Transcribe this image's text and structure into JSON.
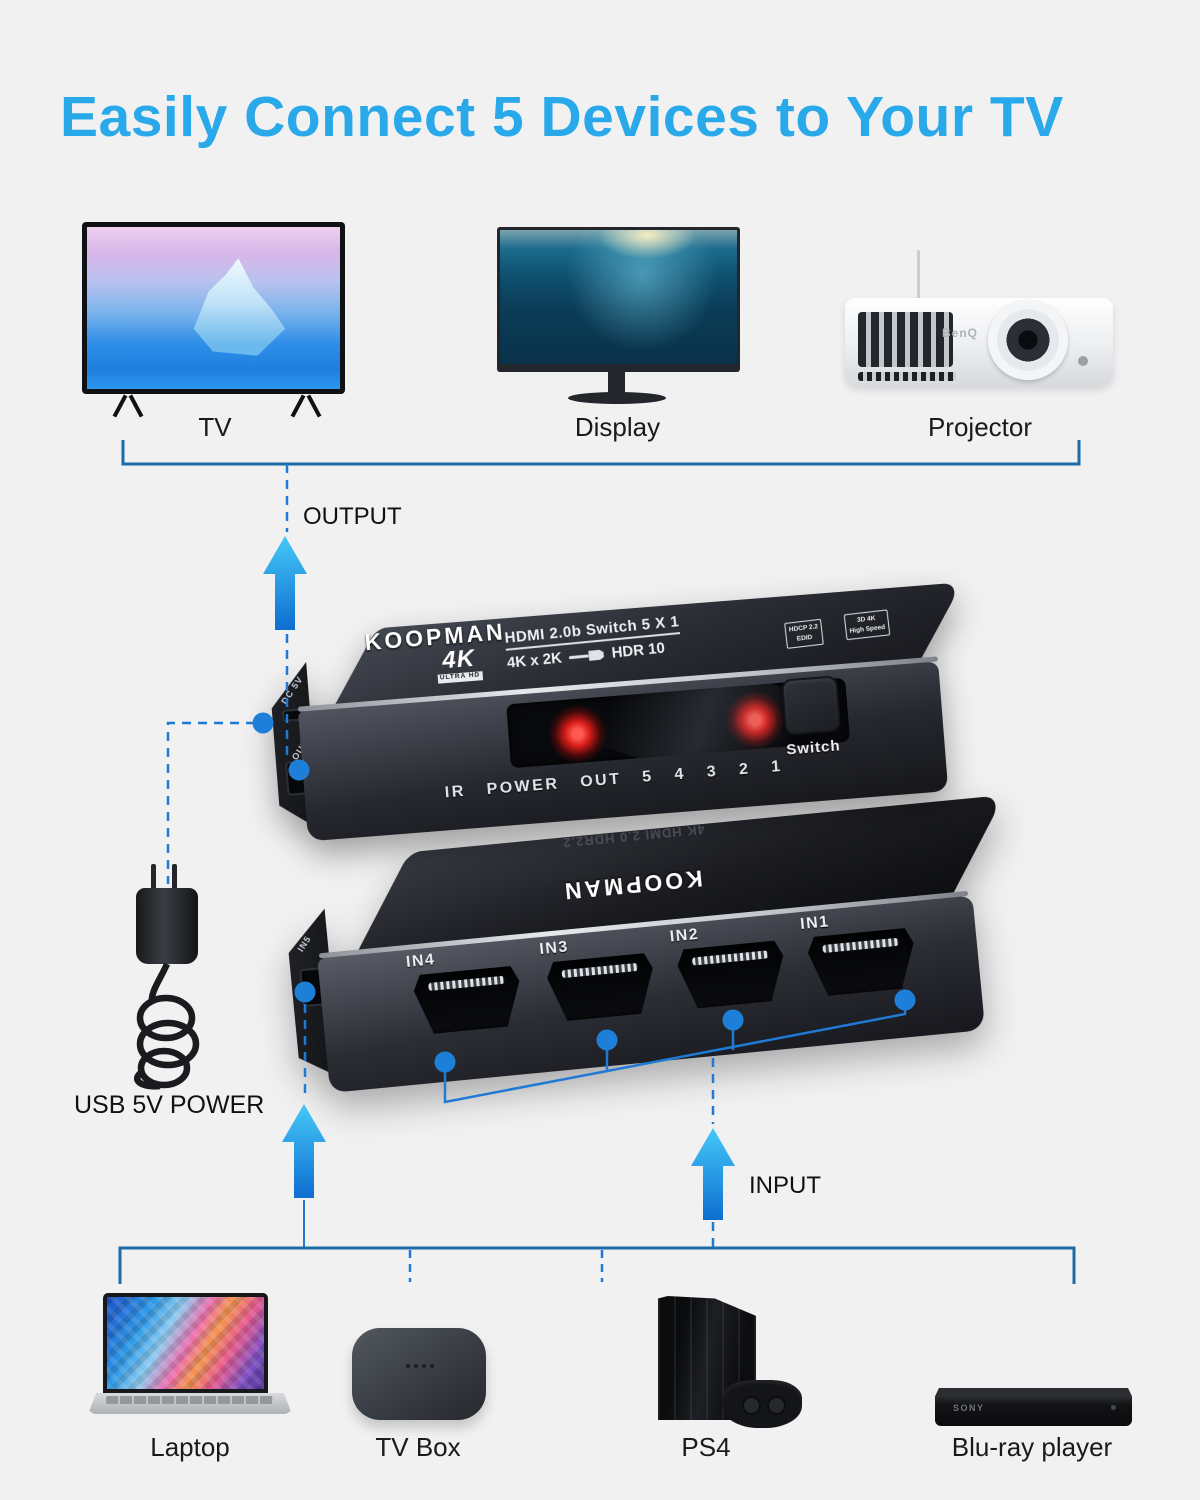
{
  "title": "Easily Connect 5 Devices to Your TV",
  "accent_colors": {
    "title": "#29a9e9",
    "bracket_line": "#1b6ca8",
    "dashed_line": "#1e7ad4",
    "arrow_top": "#45c8f8",
    "arrow_bottom": "#0d6ed0",
    "led_red": "#ff2a1e",
    "dot_blue": "#1e7fd8"
  },
  "output_section": {
    "label": "OUTPUT",
    "devices": [
      {
        "label": "TV"
      },
      {
        "label": "Display"
      },
      {
        "label": "Projector"
      }
    ]
  },
  "input_section": {
    "label": "INPUT",
    "devices": [
      {
        "label": "Laptop"
      },
      {
        "label": "TV Box"
      },
      {
        "label": "PS4"
      },
      {
        "label": "Blu-ray player"
      }
    ]
  },
  "power": {
    "label": "USB 5V POWER"
  },
  "switch_front_view": {
    "brand": "KOOPMAN",
    "badge": "4K",
    "badge_sub": "ULTRA HD",
    "spec_line1": "HDMI 2.0b Switch 5 X 1",
    "spec_left": "4K x 2K",
    "spec_right": "HDR 10",
    "tag1_line1": "HDCP 2.2",
    "tag1_line2": "EDID",
    "tag2_line1": "3D 4K",
    "tag2_line2": "High Speed",
    "panel_text": "IR POWER OUT 5 4 3 2 1",
    "button": "Switch",
    "port_dc": "DC 5V",
    "port_out": "OUTPUT"
  },
  "switch_back_view": {
    "brand": "KOOPMAN",
    "top_text": "4K HDMI 2.0 HDR2.2",
    "ports": [
      "IN4",
      "IN3",
      "IN2",
      "IN1"
    ],
    "side_port": "IN5"
  },
  "device_brands": {
    "projector": "BenQ",
    "bluray": "SONY"
  }
}
